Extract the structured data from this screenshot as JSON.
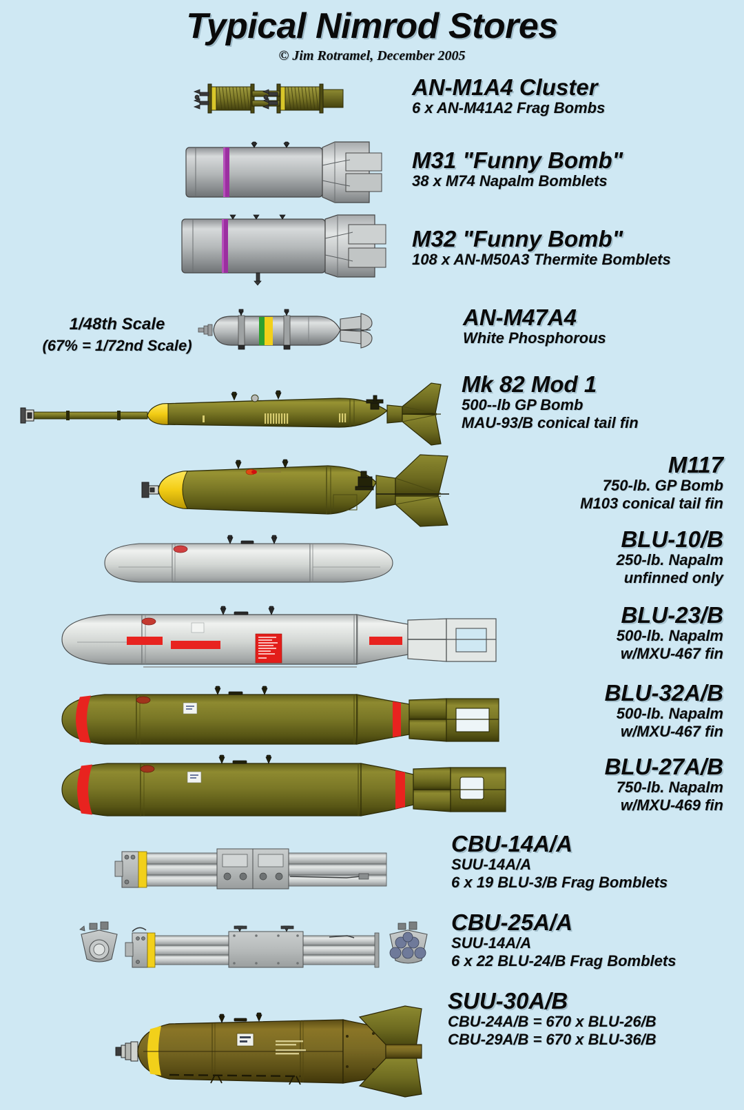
{
  "header": {
    "title": "Typical Nimrod Stores",
    "credit": "© Jim Rotramel, December 2005"
  },
  "scale_note": {
    "line1": "1/48th Scale",
    "line2": "(67% = 1/72nd Scale)"
  },
  "colors": {
    "background": "#cfe8f3",
    "olive_drab": "#6d6a22",
    "olive_brown": "#7a6a28",
    "yellow_band": "#f2d01a",
    "red_band": "#e8231f",
    "purple_band": "#9b2fa0",
    "green_band": "#2fa02f",
    "grey_body": "#b9bcbc",
    "light_grey_body": "#d3d7d4",
    "text": "#0a0a0a"
  },
  "stores": [
    {
      "id": "an-m1a4-cluster",
      "name": "AN-M1A4 Cluster",
      "lines": [
        "6 x AN-M41A2 Frag Bombs"
      ],
      "art": "frag-cluster"
    },
    {
      "id": "m31-funny-bomb",
      "name": "M31 \"Funny Bomb\"",
      "lines": [
        "38 x M74 Napalm Bomblets"
      ],
      "art": "funny-bomb"
    },
    {
      "id": "m32-funny-bomb",
      "name": "M32 \"Funny Bomb\"",
      "lines": [
        "108 x AN-M50A3 Thermite Bomblets"
      ],
      "art": "funny-bomb"
    },
    {
      "id": "an-m47a4",
      "name": "AN-M47A4",
      "lines": [
        "White Phosphorous"
      ],
      "art": "wp-bomb"
    },
    {
      "id": "mk-82-mod-1",
      "name": "Mk 82 Mod 1",
      "lines": [
        "500--lb GP Bomb",
        "MAU-93/B conical tail fin"
      ],
      "art": "mk82"
    },
    {
      "id": "m117",
      "name": "M117",
      "lines": [
        "750-lb. GP Bomb",
        "M103 conical tail fin"
      ],
      "art": "m117"
    },
    {
      "id": "blu-10b",
      "name": "BLU-10/B",
      "lines": [
        "250-lb. Napalm",
        "unfinned only"
      ],
      "art": "blu10"
    },
    {
      "id": "blu-23b",
      "name": "BLU-23/B",
      "lines": [
        "500-lb. Napalm",
        "w/MXU-467 fin"
      ],
      "art": "blu23"
    },
    {
      "id": "blu-32ab",
      "name": "BLU-32A/B",
      "lines": [
        "500-lb. Napalm",
        "w/MXU-467 fin"
      ],
      "art": "blu32"
    },
    {
      "id": "blu-27ab",
      "name": "BLU-27A/B",
      "lines": [
        "750-lb. Napalm",
        "w/MXU-469 fin"
      ],
      "art": "blu27"
    },
    {
      "id": "cbu-14aa",
      "name": "CBU-14A/A",
      "lines": [
        "SUU-14A/A",
        "6 x 19 BLU-3/B Frag Bomblets"
      ],
      "art": "suu14"
    },
    {
      "id": "cbu-25aa",
      "name": "CBU-25A/A",
      "lines": [
        "SUU-14A/A",
        "6 x 22 BLU-24/B Frag Bomblets"
      ],
      "art": "suu14-views"
    },
    {
      "id": "suu-30ab",
      "name": "SUU-30A/B",
      "lines": [
        "CBU-24A/B = 670 x BLU-26/B",
        "CBU-29A/B = 670 x BLU-36/B"
      ],
      "art": "suu30"
    }
  ]
}
